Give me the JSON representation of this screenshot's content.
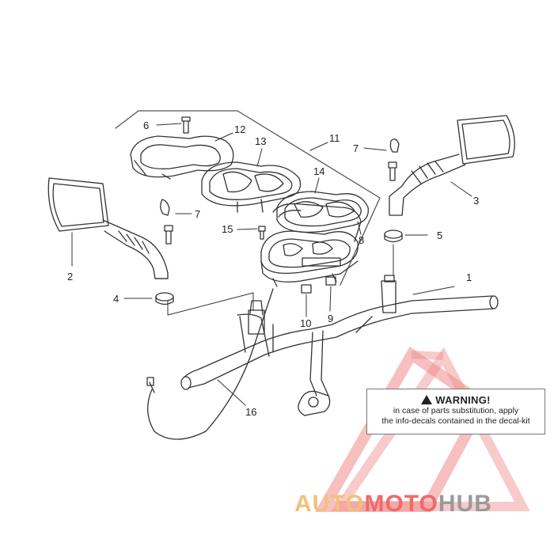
{
  "diagram": {
    "part_numbers": [
      "1",
      "2",
      "3",
      "4",
      "5",
      "6",
      "7",
      "7",
      "8",
      "9",
      "10",
      "11",
      "12",
      "13",
      "14",
      "15",
      "16"
    ]
  },
  "warning": {
    "title": "WARNING!",
    "line1": "in case of parts substitution, apply",
    "line2": "the info-decals contained in the decal-kit"
  },
  "watermark": {
    "part1": "AUTO",
    "part2": "MOTO",
    "part3": "HUB"
  },
  "colors": {
    "line_art": "#333333",
    "watermark_red": "#f06a6a",
    "watermark_orange": "#f3c07a",
    "watermark_gray": "#9a9a9a"
  }
}
